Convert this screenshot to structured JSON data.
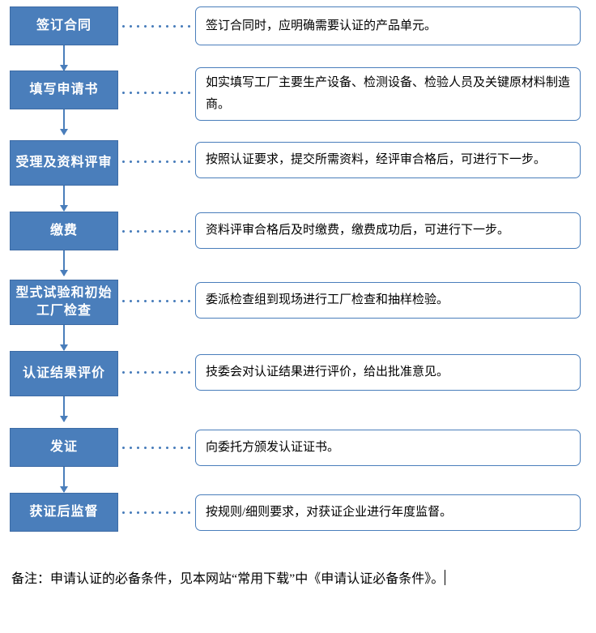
{
  "diagram": {
    "title": "certification-process-flowchart",
    "accent_color": "#4a7ebb",
    "box_text_color": "#ffffff",
    "steps": [
      {
        "id": "sign-contract",
        "label": "签订合同",
        "note": "签订合同时，应明确需要认证的产品单元。"
      },
      {
        "id": "fill-application",
        "label": "填写申请书",
        "note": "如实填写工厂主要生产设备、检测设备、检验人员及关键原材料制造商。"
      },
      {
        "id": "acceptance-review",
        "label": "受理及资料评审",
        "note": "按照认证要求，提交所需资料，经评审合格后，可进行下一步。"
      },
      {
        "id": "payment",
        "label": "缴费",
        "note": "资料评审合格后及时缴费，缴费成功后，可进行下一步。"
      },
      {
        "id": "type-test-initial-inspection",
        "label": "型式试验和初始工厂检查",
        "note": "委派检查组到现场进行工厂检查和抽样检验。"
      },
      {
        "id": "result-evaluation",
        "label": "认证结果评价",
        "note": "技委会对认证结果进行评价，给出批准意见。"
      },
      {
        "id": "issue-certificate",
        "label": "发证",
        "note": "向委托方颁发认证证书。"
      },
      {
        "id": "post-certification-supervision",
        "label": "获证后监督",
        "note": "按规则/细则要求，对获证企业进行年度监督。"
      }
    ],
    "remark": "备注：申请认证的必备条件，见本网站“常用下载”中《申请认证必备条件》。"
  }
}
